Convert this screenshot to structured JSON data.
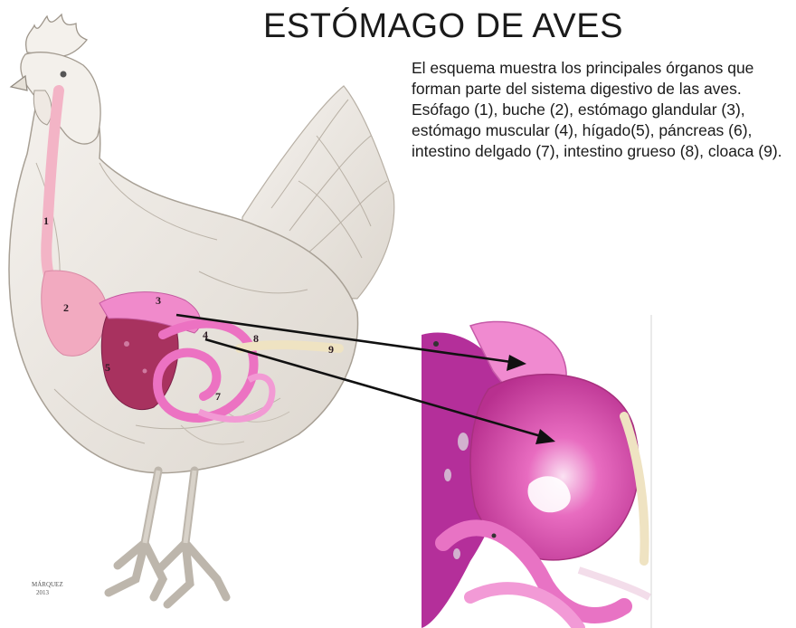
{
  "title": "ESTÓMAGO DE AVES",
  "description": "El esquema muestra los principales órganos que forman parte del sistema digestivo de las aves. Esófago (1), buche (2), estómago glandular (3), estómago muscular (4), hígado(5), páncreas (6), intestino delgado (7), intestino grueso (8), cloaca (9).",
  "labels": [
    "1",
    "2",
    "3",
    "4",
    "5",
    "7",
    "8",
    "9"
  ],
  "signature": [
    "MÁRQUEZ",
    "2013"
  ],
  "colors": {
    "feather": "#ece8e2",
    "feather_shade": "#c9c2b8",
    "esophagus": "#f2aac0",
    "liver": "#a8325f",
    "stomach": "#e05cb4",
    "intestine": "#f07ac6",
    "zoom_bg": "#b42f9a",
    "large_intestine": "#efe3c2",
    "comb": "#f2efe9",
    "legs": "#d8d4cc",
    "arrow": "#111111"
  }
}
